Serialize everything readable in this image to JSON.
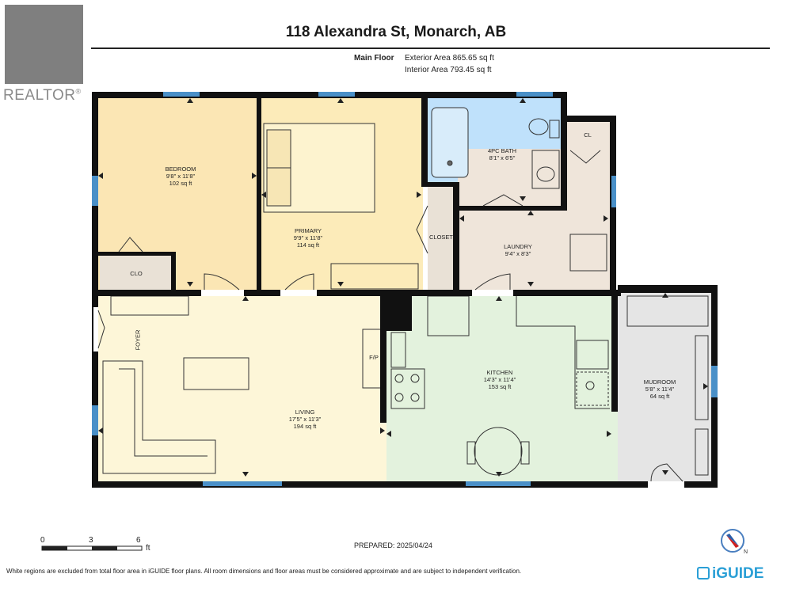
{
  "header": {
    "title": "118 Alexandra St, Monarch, AB",
    "floor_label": "Main Floor",
    "exterior_area": "Exterior Area 865.65 sq ft",
    "interior_area": "Interior Area 793.45 sq ft"
  },
  "brand": {
    "realtor_text": "REALTOR",
    "realtor_reg": "®",
    "iguide_text": "iGUIDE",
    "accent": "#2a9fd6"
  },
  "rooms": {
    "bedroom": {
      "name": "BEDROOM",
      "dims": "9'8\" x 11'8\"",
      "area": "102 sq ft"
    },
    "primary": {
      "name": "PRIMARY",
      "dims": "9'9\" x 11'8\"",
      "area": "114 sq ft"
    },
    "bath": {
      "name": "4PC BATH",
      "dims": "8'1\" x 6'5\""
    },
    "cl": {
      "name": "CL"
    },
    "closet": {
      "name": "CLOSET"
    },
    "laundry": {
      "name": "LAUNDRY",
      "dims": "9'4\" x 8'3\""
    },
    "clo": {
      "name": "CLO"
    },
    "foyer": {
      "name": "FOYER"
    },
    "fp": {
      "name": "F/P"
    },
    "kitchen": {
      "name": "KITCHEN",
      "dims": "14'3\" x 11'4\"",
      "area": "153 sq ft"
    },
    "living": {
      "name": "LIVING",
      "dims": "17'5\" x 11'3\"",
      "area": "194 sq ft"
    },
    "mudroom": {
      "name": "MUDROOM",
      "dims": "5'8\" x 11'4\"",
      "area": "64 sq ft"
    }
  },
  "colors": {
    "bedroom": "#fbe6b4",
    "primary": "#fcebb9",
    "bath": "#bfe1fb",
    "laundry": "#efe5da",
    "living": "#fdf6d8",
    "kitchen": "#e3f2dd",
    "mudroom": "#e5e5e5",
    "closet": "#e9e1d6",
    "wall": "#111111",
    "window": "#4a90c8"
  },
  "scale": {
    "ticks": [
      "0",
      "3",
      "6"
    ],
    "unit": "ft"
  },
  "footer": {
    "prepared": "PREPARED: 2025/04/24",
    "disclaimer": "White regions are excluded from total floor area in iGUIDE floor plans. All room dimensions and floor areas must be considered approximate and are subject to independent verification.",
    "compass_label": "N"
  }
}
